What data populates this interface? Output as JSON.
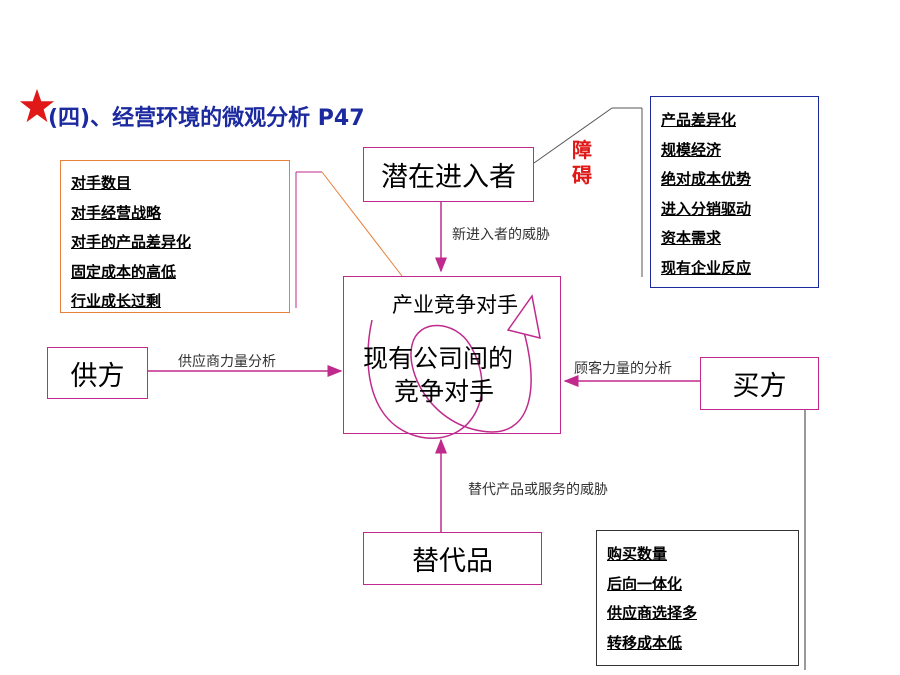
{
  "title": "(四)、经营环境的微观分析 P47",
  "colors": {
    "title": "#1c2aa0",
    "box_border": "#c02a8c",
    "arrow": "#c02a8c",
    "barrier": "#e01818",
    "star": "#e01818"
  },
  "icons": {
    "star": "star-icon"
  },
  "nodes": {
    "potential_entrants": "潜在进入者",
    "industry_competitors": "产业竞争对手",
    "existing_competitors_line1": "现有公司间的",
    "existing_competitors_line2": "竞争对手",
    "suppliers": "供方",
    "buyers": "买方",
    "substitutes": "替代品"
  },
  "labels": {
    "barrier": "障碍",
    "new_entrant_threat": "新进入者的威胁",
    "supplier_power": "供应商力量分析",
    "buyer_power": "顾客力量的分析",
    "substitute_threat": "替代产品或服务的威胁"
  },
  "barrier_list": [
    "产品差异化",
    "规模经济",
    "绝对成本优势",
    "进入分销驱动",
    "资本需求",
    "现有企业反应"
  ],
  "rivalry_list": [
    "对手数目",
    "对手经营战略",
    "对手的产品差异化",
    "固定成本的高低",
    "行业成长过剩"
  ],
  "buyer_list": [
    "购买数量",
    "后向一体化",
    "供应商选择多",
    "转移成本低"
  ]
}
